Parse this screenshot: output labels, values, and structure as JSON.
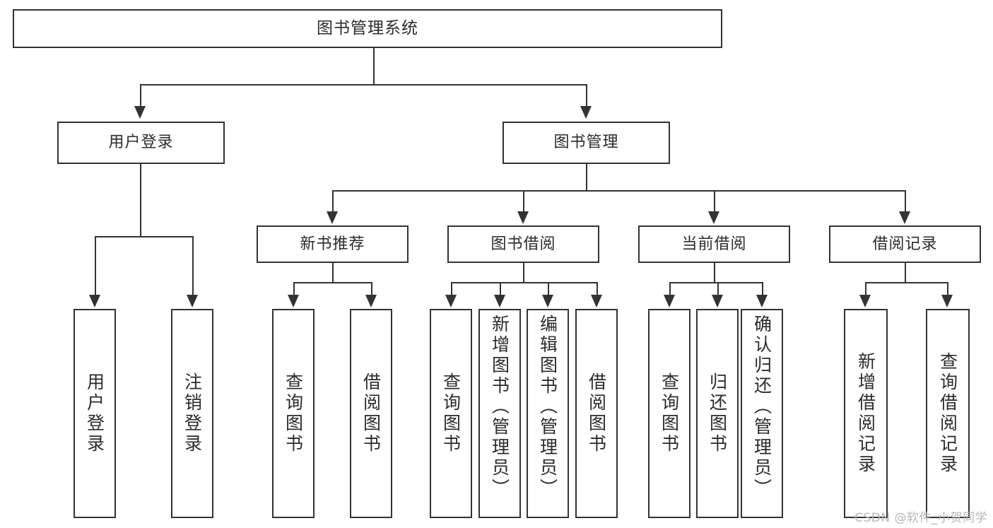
{
  "diagram": {
    "title": "图书管理系统",
    "type": "tree-hierarchy-chart",
    "root": {
      "id": "root",
      "label": "图书管理系统"
    },
    "level2": [
      {
        "id": "user-login",
        "label": "用户登录"
      },
      {
        "id": "book-management",
        "label": "图书管理"
      }
    ],
    "level3": [
      {
        "id": "new-book-recommend",
        "label": "新书推荐"
      },
      {
        "id": "book-borrow",
        "label": "图书借阅"
      },
      {
        "id": "current-borrow",
        "label": "当前借阅"
      },
      {
        "id": "borrow-record",
        "label": "借阅记录"
      }
    ],
    "leaves": {
      "user_login": [
        {
          "id": "leaf-user-login",
          "label": "用户登录"
        },
        {
          "id": "leaf-logout",
          "label": "注销登录"
        }
      ],
      "new_book_recommend": [
        {
          "id": "leaf-query-book-1",
          "label": "查询图书"
        },
        {
          "id": "leaf-borrow-book-1",
          "label": "借阅图书"
        }
      ],
      "book_borrow": [
        {
          "id": "leaf-query-book-2",
          "label": "查询图书"
        },
        {
          "id": "leaf-add-book",
          "label": "新增图书（管理员）"
        },
        {
          "id": "leaf-edit-book",
          "label": "编辑图书（管理员）"
        },
        {
          "id": "leaf-borrow-book-2",
          "label": "借阅图书"
        }
      ],
      "current_borrow": [
        {
          "id": "leaf-query-book-3",
          "label": "查询图书"
        },
        {
          "id": "leaf-return-book",
          "label": "归还图书"
        },
        {
          "id": "leaf-confirm-return",
          "label": "确认归还（管理员）"
        }
      ],
      "borrow_record": [
        {
          "id": "leaf-add-record",
          "label": "新增借阅记录"
        },
        {
          "id": "leaf-query-record",
          "label": "查询借阅记录"
        }
      ]
    }
  },
  "watermark": {
    "text": "CSDN @软件_小贺同学"
  },
  "colors": {
    "stroke": "#333333",
    "text": "#2b2b2b",
    "background": "#ffffff",
    "watermark": "#b6b6b6"
  }
}
